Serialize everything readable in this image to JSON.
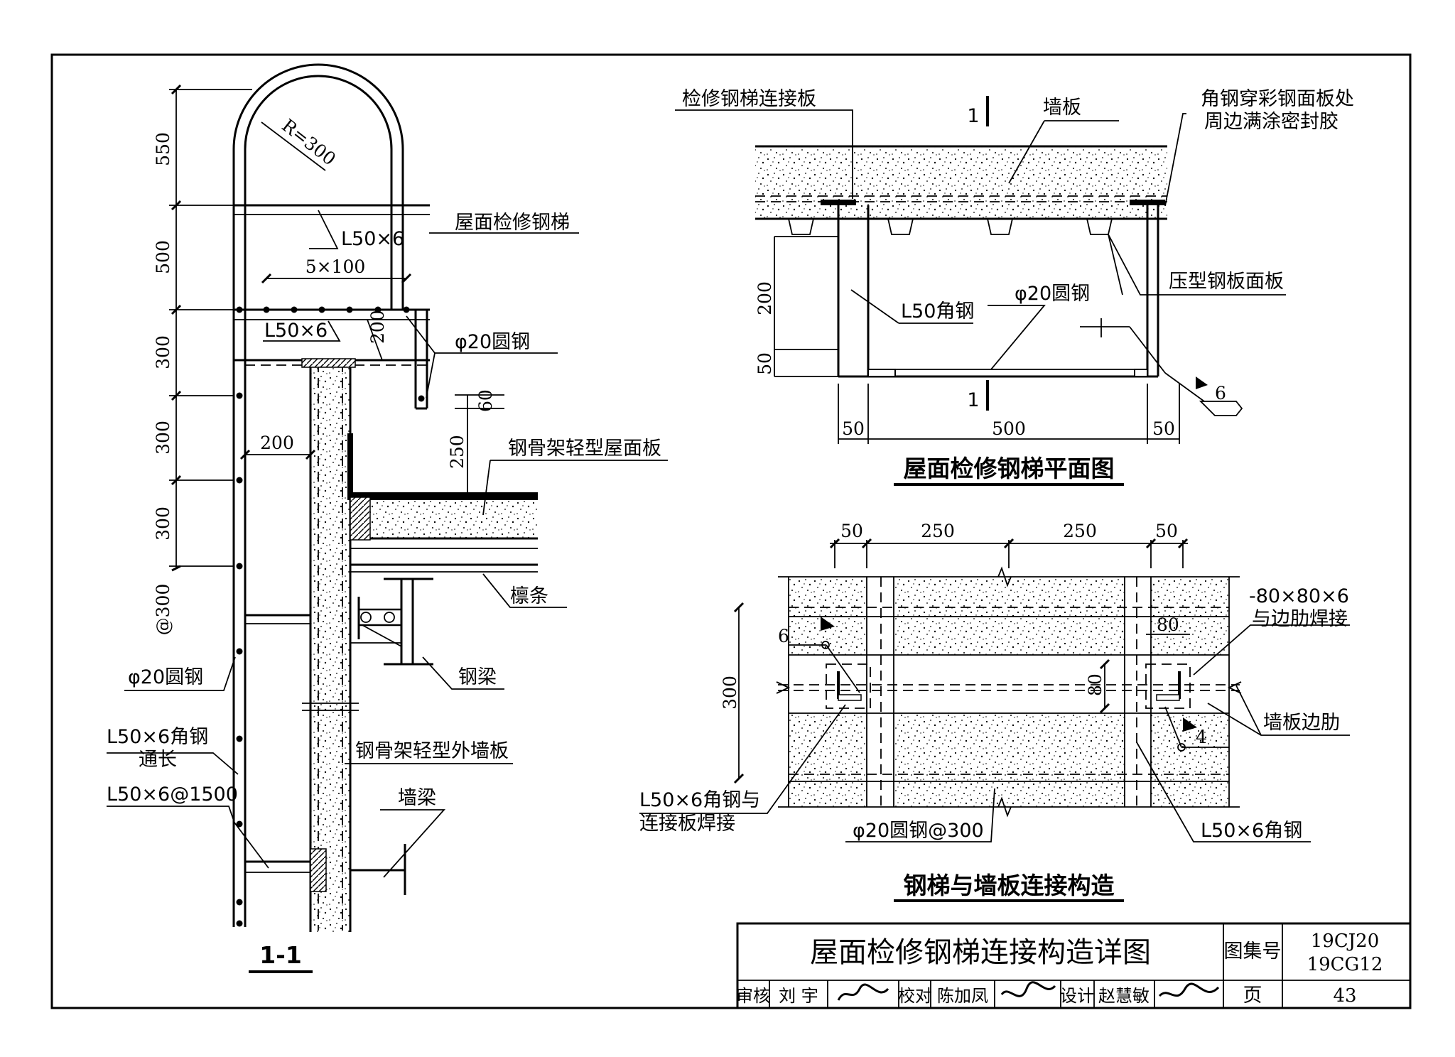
{
  "drawing": {
    "main_title": "屋面检修钢梯连接构造详图",
    "atlas_label": "图集号",
    "atlas_no_1": "19CJ20",
    "atlas_no_2": "19CG12",
    "page_label": "页",
    "page_no": "43",
    "review_label": "审核",
    "reviewer": "刘  宇",
    "check_label": "校对",
    "checker": "陈加凤",
    "design_label": "设计",
    "designer": "赵慧敏"
  },
  "section": {
    "title": "1-1",
    "radius_label": "R=300",
    "dims": [
      "550",
      "500",
      "300",
      "300",
      "300",
      "@300"
    ],
    "dim_5x100": "5×100",
    "dim_200_rung": "200",
    "dim_200_offset": "200",
    "dim_60": "60",
    "dim_250": "250",
    "labels": {
      "ladder": "屋面检修钢梯",
      "l50x6_top": "L50×6",
      "l50x6_mid": "L50×6",
      "phi20_right": "φ20圆钢",
      "roof_panel": "钢骨架轻型屋面板",
      "purlin": "檩条",
      "steel_beam": "钢梁",
      "phi20_left": "φ20圆钢",
      "angle_full_1": "L50×6角钢",
      "angle_full_2": "通长",
      "angle_1500": "L50×6@1500",
      "wall_panel": "钢骨架轻型外墙板",
      "wall_beam": "墙梁"
    }
  },
  "plan": {
    "title": "屋面检修钢梯平面图",
    "section_mark": "1",
    "labels": {
      "conn_plate": "检修钢梯连接板",
      "wall_board": "墙板",
      "sealant_1": "角钢穿彩钢面板处",
      "sealant_2": "周边满涂密封胶",
      "profiled": "压型钢板面板",
      "angle_l50": "L50角钢",
      "round_bar": "φ20圆钢"
    },
    "dims": {
      "d200": "200",
      "d50v": "50",
      "d50a": "50",
      "d500": "500",
      "d50b": "50",
      "weld": "6"
    }
  },
  "connection": {
    "title": "钢梯与墙板连接构造",
    "dims": {
      "d50a": "50",
      "d250a": "250",
      "d250b": "250",
      "d50b": "50",
      "d300": "300",
      "d80v": "80",
      "d80h": "80",
      "w6": "6",
      "w4": "4"
    },
    "labels": {
      "plate_1": "-80×80×6",
      "plate_2": "与边肋焊接",
      "rib": "墙板边肋",
      "angle_weld_1": "L50×6角钢与",
      "angle_weld_2": "连接板焊接",
      "bar_spacing": "φ20圆钢@300",
      "angle_l50x6": "L50×6角钢"
    }
  }
}
